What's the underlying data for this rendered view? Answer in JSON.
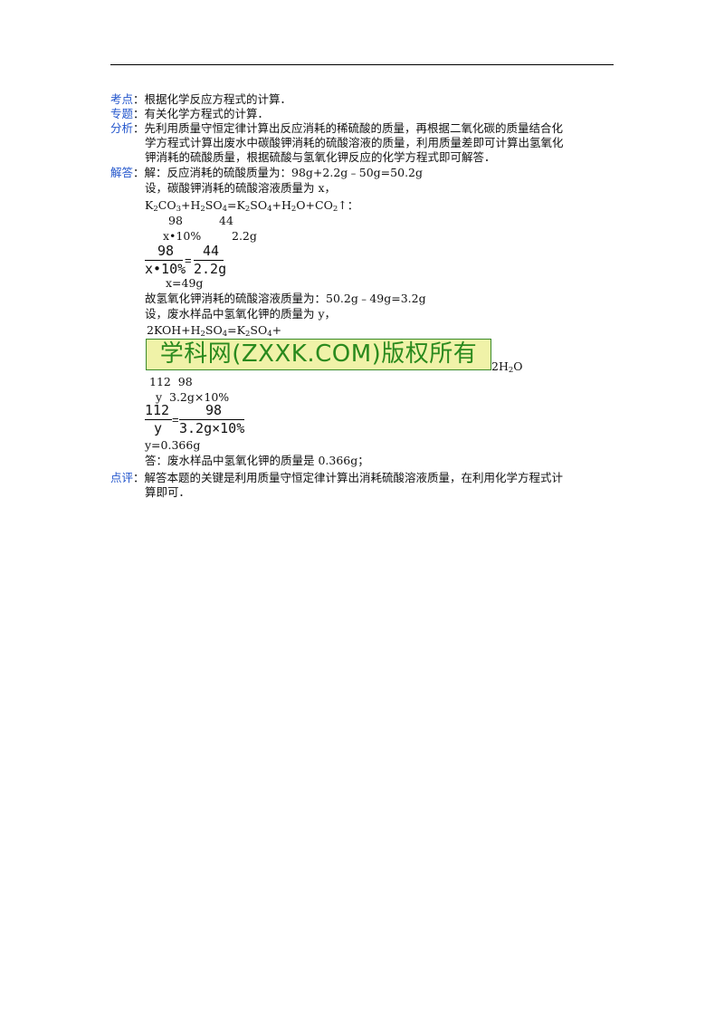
{
  "labels": {
    "kaodian": "考点",
    "zhuanti": "专题",
    "fenxi": "分析",
    "jieda": "解答",
    "dianping": "点评"
  },
  "kaodian_text": "：根据化学反应方程式的计算．",
  "zhuanti_text": "：有关化学方程式的计算．",
  "fenxi_lines": [
    "：先利用质量守恒定律计算出反应消耗的稀硫酸的质量，再根据二氧化碳的质量结合化",
    "学方程式计算出废水中碳酸钾消耗的硫酸溶液的质量，利用质量差即可计算出氢氧化",
    "钾消耗的硫酸质量，根据硫酸与氢氧化钾反应的化学方程式即可解答．"
  ],
  "jieda_first": "：解：反应消耗的硫酸质量为：98g+2.2g﹣50g=50.2g",
  "step_set_x": "设，碳酸钾消耗的硫酸溶液质量为 x，",
  "eq1": {
    "a": "K",
    "b": "CO",
    "c": "+H",
    "d": "SO",
    "e": "=K",
    "f": "SO",
    "g": "+H",
    "h": "O+CO",
    "i": "↑："
  },
  "eq1_subs": {
    "s1": "2",
    "s2": "3",
    "s3": "2",
    "s4": "4",
    "s5": "2",
    "s6": "4",
    "s7": "2",
    "s8": "2"
  },
  "eq1_m1": "98",
  "eq1_m2": "44",
  "eq1_x": "x•10%",
  "eq1_g": "2.2g",
  "frac1": {
    "n1": "98",
    "d1": "x•10%",
    "n2": "44",
    "d2": "2.2g",
    "eq": "="
  },
  "x_result": "x=49g",
  "koh_acid": "故氢氧化钾消耗的硫酸溶液质量为：50.2g﹣49g=3.2g",
  "step_set_y": "设，废水样品中氢氧化钾的质量为 y，",
  "eq2": {
    "a": "2KOH+H",
    "b": "SO",
    "c": "=K",
    "d": "SO",
    "e": "+"
  },
  "eq2_subs": {
    "s1": "2",
    "s2": "4",
    "s3": "2",
    "s4": "4"
  },
  "watermark": "学科网(ZXXK.COM)版权所有",
  "eq2_tail": {
    "a": "2H",
    "b": "O",
    "s": "2"
  },
  "eq2_masses": "112  98",
  "eq2_y": "y  3.2g×10%",
  "frac2": {
    "n1": "112",
    "d1": "y",
    "n2": "98",
    "d2": "3.2g×10%",
    "eq": "="
  },
  "y_result": "y=0.366g",
  "answer": "答：废水样品中氢氧化钾的质量是 0.366g；",
  "dianping_lines": [
    "：解答本题的关键是利用质量守恒定律计算出消耗硫酸溶液质量，在利用化学方程式计",
    "算即可．"
  ],
  "colors": {
    "label": "#2255cc",
    "watermark_text": "#2a8a1e",
    "watermark_bg": "#f0f2a8"
  }
}
